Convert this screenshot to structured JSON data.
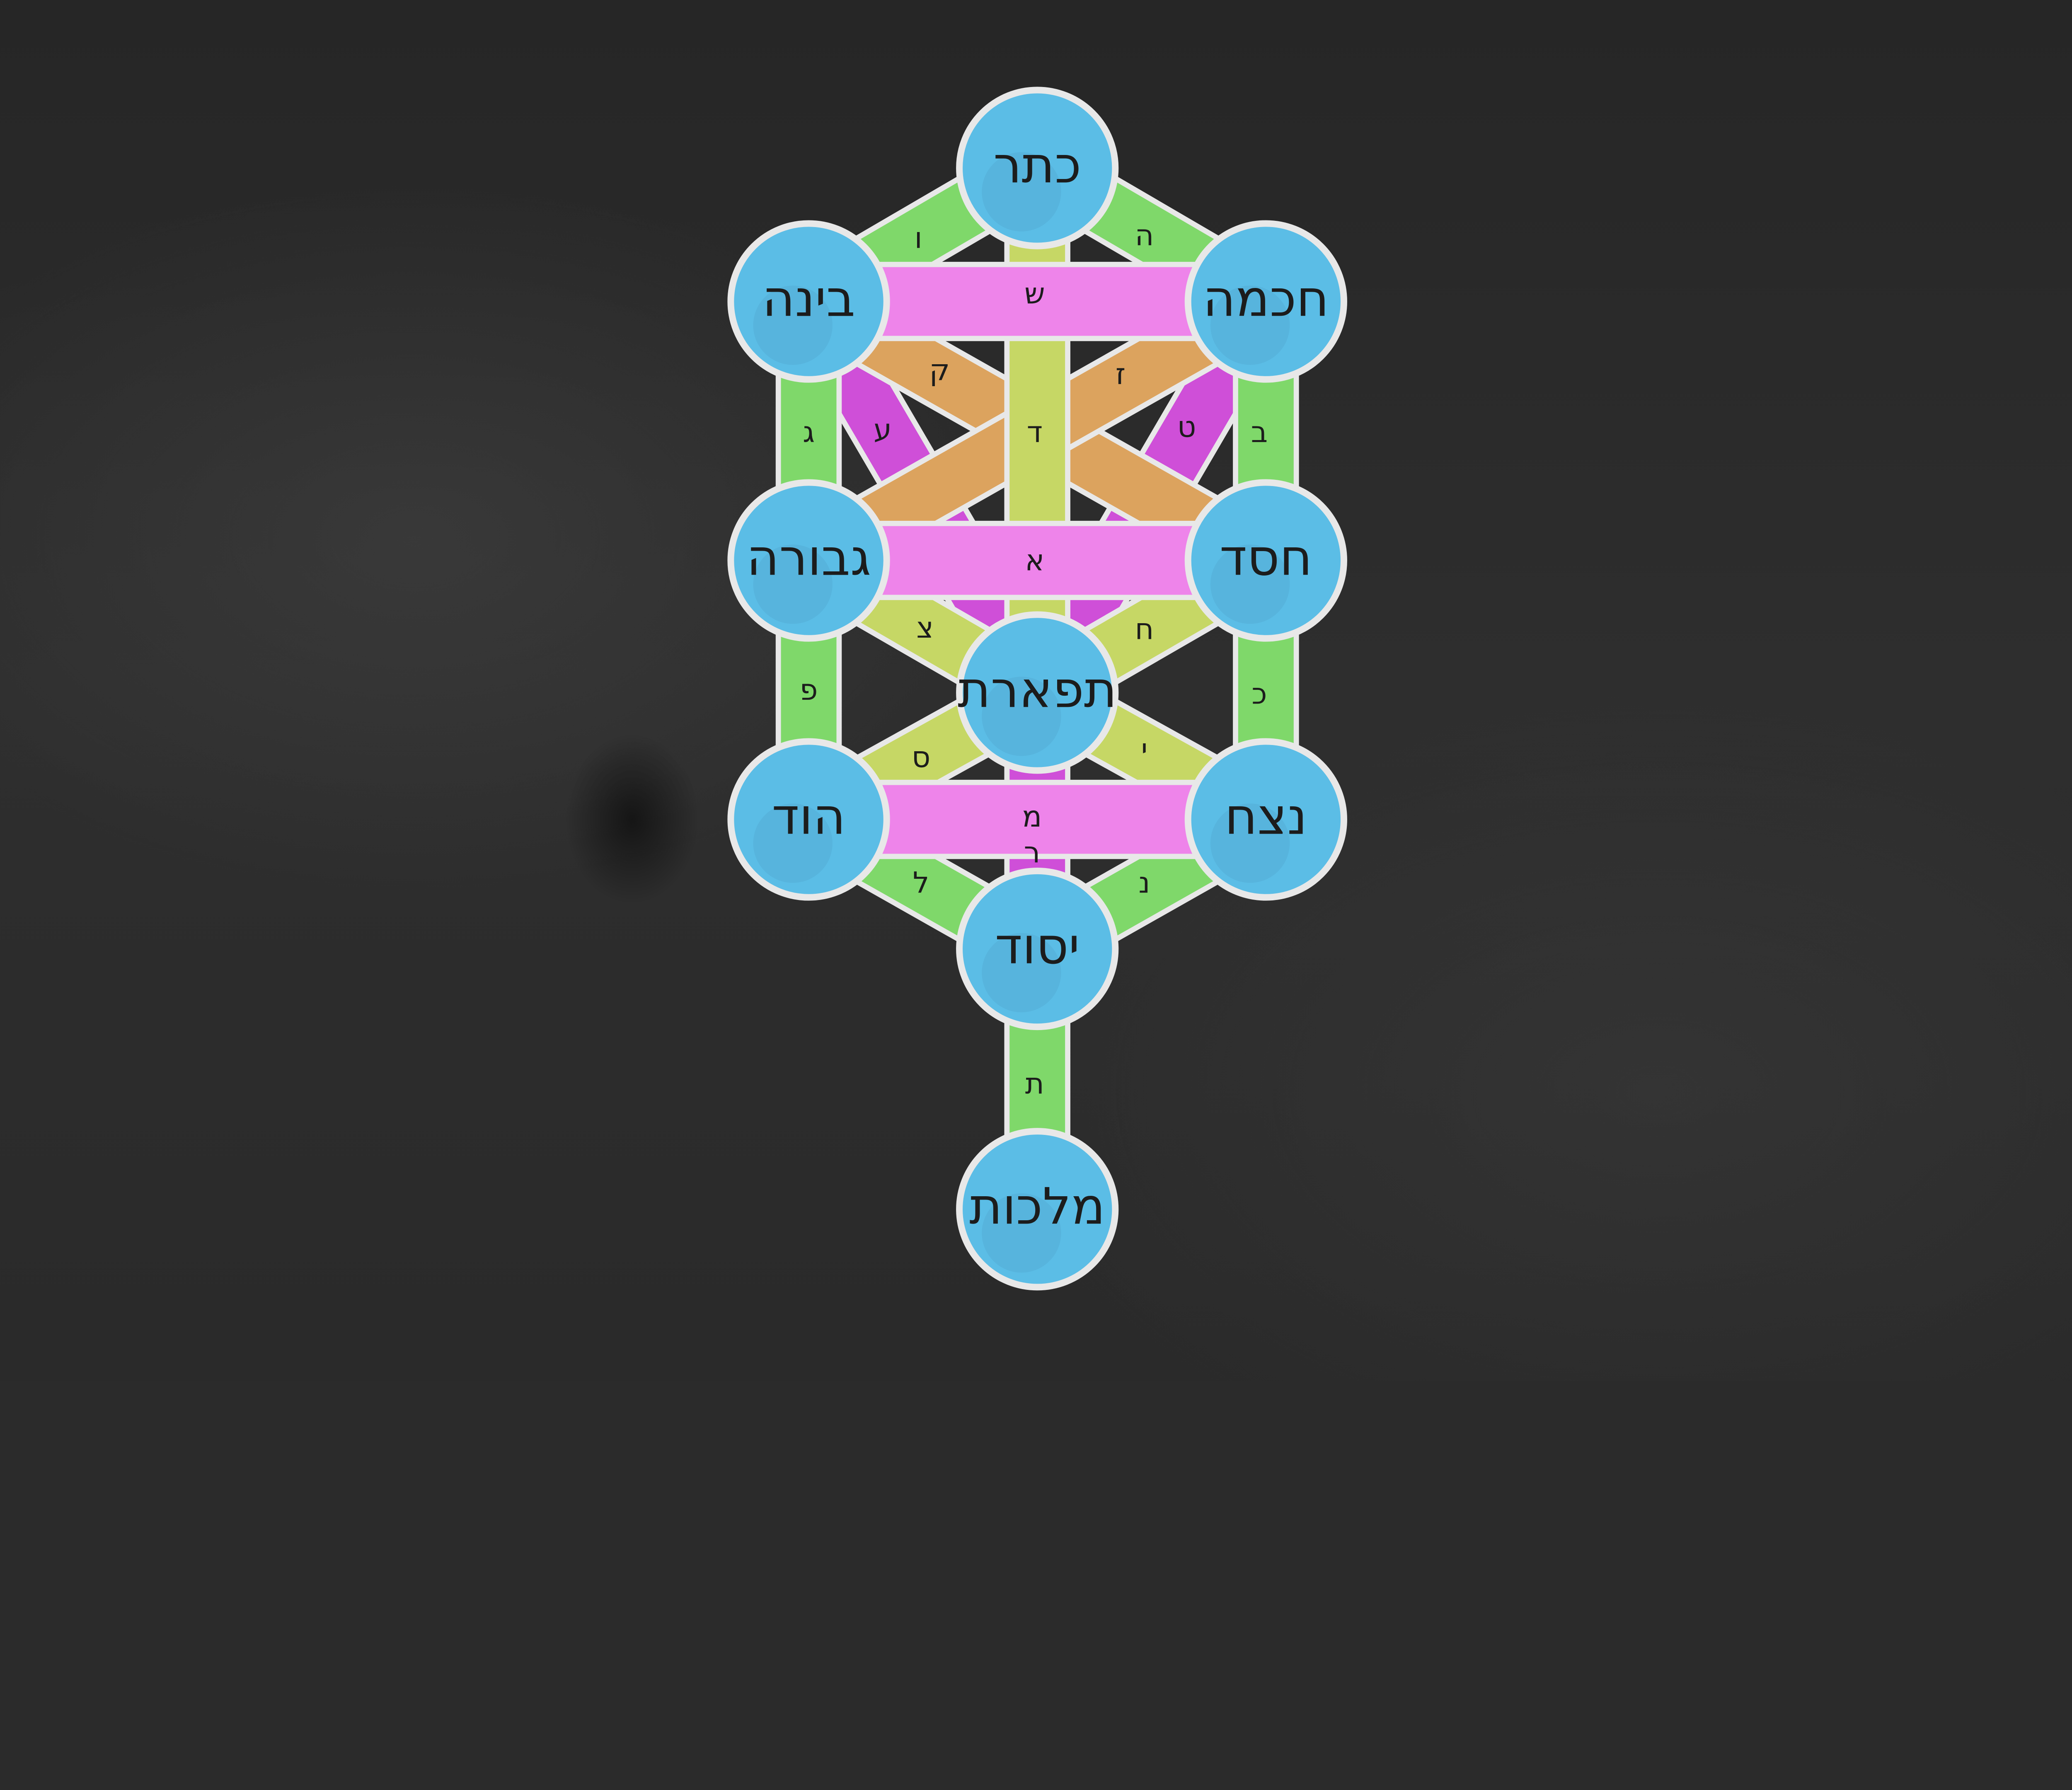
{
  "colors": {
    "background": "#2b2b2b",
    "outline": "#e8e8e8",
    "sephirah": "#5bbde6",
    "green": "#7fd86a",
    "pink": "#ee84ea",
    "lime": "#c6d765",
    "orange": "#dca35e",
    "magenta": "#cf4fd8"
  },
  "sephirot": [
    {
      "id": "keter",
      "name": "כתר"
    },
    {
      "id": "chokmah",
      "name": "חכמה"
    },
    {
      "id": "binah",
      "name": "בינה"
    },
    {
      "id": "chesed",
      "name": "חסד"
    },
    {
      "id": "gevurah",
      "name": "גבורה"
    },
    {
      "id": "tiferet",
      "name": "תפארת"
    },
    {
      "id": "netzach",
      "name": "נצח"
    },
    {
      "id": "hod",
      "name": "הוד"
    },
    {
      "id": "yesod",
      "name": "יסוד"
    },
    {
      "id": "malkuth",
      "name": "מלכות"
    }
  ],
  "paths": [
    {
      "from": "binah",
      "to": "tiferet",
      "letter": "ע",
      "color": "magenta"
    },
    {
      "from": "chokmah",
      "to": "tiferet",
      "letter": "ט",
      "color": "magenta"
    },
    {
      "from": "tiferet",
      "to": "yesod",
      "letter": "ר",
      "color": "magenta"
    },
    {
      "from": "binah",
      "to": "chesed",
      "letter": "ק",
      "color": "orange"
    },
    {
      "from": "chokmah",
      "to": "gevurah",
      "letter": "ז",
      "color": "orange"
    },
    {
      "from": "keter",
      "to": "tiferet",
      "letter": "ד",
      "color": "lime"
    },
    {
      "from": "keter",
      "to": "binah",
      "letter": "ו",
      "color": "green"
    },
    {
      "from": "keter",
      "to": "chokmah",
      "letter": "ה",
      "color": "green"
    },
    {
      "from": "binah",
      "to": "gevurah",
      "letter": "ג",
      "color": "green"
    },
    {
      "from": "chokmah",
      "to": "chesed",
      "letter": "ב",
      "color": "green"
    },
    {
      "from": "gevurah",
      "to": "tiferet",
      "letter": "צ",
      "color": "lime"
    },
    {
      "from": "chesed",
      "to": "tiferet",
      "letter": "ח",
      "color": "lime"
    },
    {
      "from": "hod",
      "to": "tiferet",
      "letter": "ס",
      "color": "lime"
    },
    {
      "from": "netzach",
      "to": "tiferet",
      "letter": "י",
      "color": "lime"
    },
    {
      "from": "gevurah",
      "to": "hod",
      "letter": "פ",
      "color": "green"
    },
    {
      "from": "chesed",
      "to": "netzach",
      "letter": "כ",
      "color": "green"
    },
    {
      "from": "hod",
      "to": "yesod",
      "letter": "ל",
      "color": "green"
    },
    {
      "from": "netzach",
      "to": "yesod",
      "letter": "נ",
      "color": "green"
    },
    {
      "from": "yesod",
      "to": "malkuth",
      "letter": "ת",
      "color": "green"
    },
    {
      "from": "binah",
      "to": "chokmah",
      "letter": "ש",
      "color": "pink"
    },
    {
      "from": "gevurah",
      "to": "chesed",
      "letter": "א",
      "color": "pink"
    },
    {
      "from": "hod",
      "to": "netzach",
      "letter": "מ",
      "color": "pink"
    }
  ]
}
